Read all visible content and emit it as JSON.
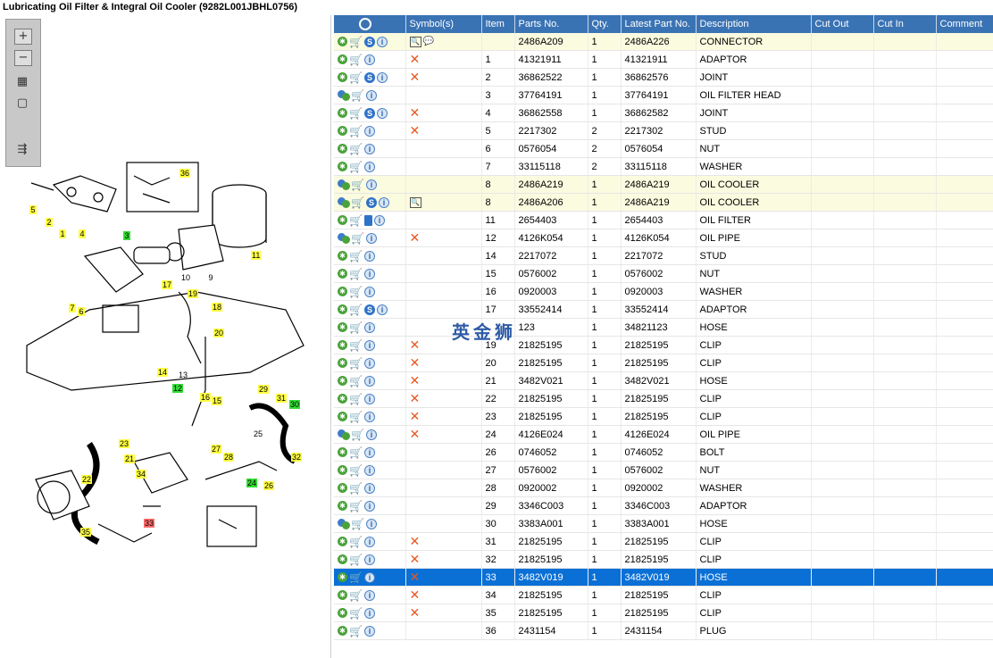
{
  "title": "Lubricating Oil Filter & Integral Oil Cooler (9282L001JBHL0756)",
  "toolbar": {
    "zoom_in": "+",
    "zoom_out": "−",
    "fit_glyph": "▦",
    "window_glyph": "▢",
    "export_glyph": "⇶"
  },
  "callouts": [
    {
      "label": "36",
      "color": "y"
    },
    {
      "label": "5",
      "color": "y"
    },
    {
      "label": "2",
      "color": "y"
    },
    {
      "label": "1",
      "color": "y"
    },
    {
      "label": "4",
      "color": "y"
    },
    {
      "label": "3",
      "color": "g"
    },
    {
      "label": "10",
      "color": "n"
    },
    {
      "label": "9",
      "color": "n"
    },
    {
      "label": "11",
      "color": "y"
    },
    {
      "label": "7",
      "color": "y"
    },
    {
      "label": "6",
      "color": "y"
    },
    {
      "label": "17",
      "color": "y"
    },
    {
      "label": "19",
      "color": "y"
    },
    {
      "label": "18",
      "color": "y"
    },
    {
      "label": "20",
      "color": "y"
    },
    {
      "label": "14",
      "color": "y"
    },
    {
      "label": "13",
      "color": "n"
    },
    {
      "label": "12",
      "color": "g"
    },
    {
      "label": "16",
      "color": "y"
    },
    {
      "label": "15",
      "color": "y"
    },
    {
      "label": "29",
      "color": "y"
    },
    {
      "label": "31",
      "color": "y"
    },
    {
      "label": "30",
      "color": "g"
    },
    {
      "label": "23",
      "color": "y"
    },
    {
      "label": "21",
      "color": "y"
    },
    {
      "label": "27",
      "color": "y"
    },
    {
      "label": "28",
      "color": "y"
    },
    {
      "label": "25",
      "color": "n"
    },
    {
      "label": "32",
      "color": "y"
    },
    {
      "label": "22",
      "color": "y"
    },
    {
      "label": "34",
      "color": "y"
    },
    {
      "label": "24",
      "color": "g"
    },
    {
      "label": "26",
      "color": "y"
    },
    {
      "label": "33",
      "color": "r"
    },
    {
      "label": "35",
      "color": "y"
    }
  ],
  "grid": {
    "columns": [
      "",
      "Symbol(s)",
      "Item",
      "Parts No.",
      "Qty.",
      "Latest Part No.",
      "Description",
      "Cut Out",
      "Cut In",
      "Comment"
    ],
    "rows": [
      {
        "item": "",
        "part": "2486A209",
        "qty": "1",
        "latest": "2486A226",
        "desc": "CONNECTOR",
        "s": true,
        "x": false,
        "sym": "magnify+bubble",
        "gear": "single",
        "hl": true
      },
      {
        "item": "1",
        "part": "41321911",
        "qty": "1",
        "latest": "41321911",
        "desc": "ADAPTOR",
        "s": false,
        "x": true,
        "gear": "single"
      },
      {
        "item": "2",
        "part": "36862522",
        "qty": "1",
        "latest": "36862576",
        "desc": "JOINT",
        "s": true,
        "x": true,
        "gear": "single"
      },
      {
        "item": "3",
        "part": "37764191",
        "qty": "1",
        "latest": "37764191",
        "desc": "OIL FILTER HEAD",
        "s": false,
        "x": false,
        "gear": "multi"
      },
      {
        "item": "4",
        "part": "36862558",
        "qty": "1",
        "latest": "36862582",
        "desc": "JOINT",
        "s": true,
        "x": true,
        "gear": "single"
      },
      {
        "item": "5",
        "part": "2217302",
        "qty": "2",
        "latest": "2217302",
        "desc": "STUD",
        "s": false,
        "x": true,
        "gear": "single"
      },
      {
        "item": "6",
        "part": "0576054",
        "qty": "2",
        "latest": "0576054",
        "desc": "NUT",
        "s": false,
        "x": false,
        "gear": "single"
      },
      {
        "item": "7",
        "part": "33115118",
        "qty": "2",
        "latest": "33115118",
        "desc": "WASHER",
        "s": false,
        "x": false,
        "gear": "single"
      },
      {
        "item": "8",
        "part": "2486A219",
        "qty": "1",
        "latest": "2486A219",
        "desc": "OIL COOLER",
        "s": false,
        "x": false,
        "gear": "multi",
        "hl": true
      },
      {
        "item": "8",
        "part": "2486A206",
        "qty": "1",
        "latest": "2486A219",
        "desc": "OIL COOLER",
        "s": true,
        "x": false,
        "sym": "magnify",
        "gear": "multi",
        "hl": true
      },
      {
        "item": "11",
        "part": "2654403",
        "qty": "1",
        "latest": "2654403",
        "desc": "OIL FILTER",
        "s": false,
        "book": true,
        "x": false,
        "gear": "single"
      },
      {
        "item": "12",
        "part": "4126K054",
        "qty": "1",
        "latest": "4126K054",
        "desc": "OIL PIPE",
        "s": false,
        "x": true,
        "gear": "multi"
      },
      {
        "item": "14",
        "part": "2217072",
        "qty": "1",
        "latest": "2217072",
        "desc": "STUD",
        "s": false,
        "x": false,
        "gear": "single"
      },
      {
        "item": "15",
        "part": "0576002",
        "qty": "1",
        "latest": "0576002",
        "desc": "NUT",
        "s": false,
        "x": false,
        "gear": "single"
      },
      {
        "item": "16",
        "part": "0920003",
        "qty": "1",
        "latest": "0920003",
        "desc": "WASHER",
        "s": false,
        "x": false,
        "gear": "single"
      },
      {
        "item": "17",
        "part": "33552414",
        "qty": "1",
        "latest": "33552414",
        "desc": "ADAPTOR",
        "s": true,
        "x": false,
        "gear": "single"
      },
      {
        "item": "",
        "part": "123",
        "qty": "1",
        "latest": "34821123",
        "desc": "HOSE",
        "s": false,
        "x": false,
        "gear": "single"
      },
      {
        "item": "19",
        "part": "21825195",
        "qty": "1",
        "latest": "21825195",
        "desc": "CLIP",
        "s": false,
        "x": true,
        "gear": "single"
      },
      {
        "item": "20",
        "part": "21825195",
        "qty": "1",
        "latest": "21825195",
        "desc": "CLIP",
        "s": false,
        "x": true,
        "gear": "single"
      },
      {
        "item": "21",
        "part": "3482V021",
        "qty": "1",
        "latest": "3482V021",
        "desc": "HOSE",
        "s": false,
        "x": true,
        "gear": "single"
      },
      {
        "item": "22",
        "part": "21825195",
        "qty": "1",
        "latest": "21825195",
        "desc": "CLIP",
        "s": false,
        "x": true,
        "gear": "single"
      },
      {
        "item": "23",
        "part": "21825195",
        "qty": "1",
        "latest": "21825195",
        "desc": "CLIP",
        "s": false,
        "x": true,
        "gear": "single"
      },
      {
        "item": "24",
        "part": "4126E024",
        "qty": "1",
        "latest": "4126E024",
        "desc": "OIL PIPE",
        "s": false,
        "x": true,
        "gear": "multi"
      },
      {
        "item": "26",
        "part": "0746052",
        "qty": "1",
        "latest": "0746052",
        "desc": "BOLT",
        "s": false,
        "x": false,
        "gear": "single"
      },
      {
        "item": "27",
        "part": "0576002",
        "qty": "1",
        "latest": "0576002",
        "desc": "NUT",
        "s": false,
        "x": false,
        "gear": "single"
      },
      {
        "item": "28",
        "part": "0920002",
        "qty": "1",
        "latest": "0920002",
        "desc": "WASHER",
        "s": false,
        "x": false,
        "gear": "single"
      },
      {
        "item": "29",
        "part": "3346C003",
        "qty": "1",
        "latest": "3346C003",
        "desc": "ADAPTOR",
        "s": false,
        "x": false,
        "gear": "single"
      },
      {
        "item": "30",
        "part": "3383A001",
        "qty": "1",
        "latest": "3383A001",
        "desc": "HOSE",
        "s": false,
        "x": false,
        "gear": "multi"
      },
      {
        "item": "31",
        "part": "21825195",
        "qty": "1",
        "latest": "21825195",
        "desc": "CLIP",
        "s": false,
        "x": true,
        "gear": "single"
      },
      {
        "item": "32",
        "part": "21825195",
        "qty": "1",
        "latest": "21825195",
        "desc": "CLIP",
        "s": false,
        "x": true,
        "gear": "single"
      },
      {
        "item": "33",
        "part": "3482V019",
        "qty": "1",
        "latest": "3482V019",
        "desc": "HOSE",
        "s": false,
        "x": true,
        "gear": "single",
        "sel": true
      },
      {
        "item": "34",
        "part": "21825195",
        "qty": "1",
        "latest": "21825195",
        "desc": "CLIP",
        "s": false,
        "x": true,
        "gear": "single"
      },
      {
        "item": "35",
        "part": "21825195",
        "qty": "1",
        "latest": "21825195",
        "desc": "CLIP",
        "s": false,
        "x": true,
        "gear": "single"
      },
      {
        "item": "36",
        "part": "2431154",
        "qty": "1",
        "latest": "2431154",
        "desc": "PLUG",
        "s": false,
        "x": false,
        "gear": "single"
      }
    ]
  },
  "watermark": "英金狮",
  "colors": {
    "header": "#3a73b4",
    "selected": "#0a70d6",
    "highlight": "#fbfbdf",
    "remove": "#e8571e"
  }
}
